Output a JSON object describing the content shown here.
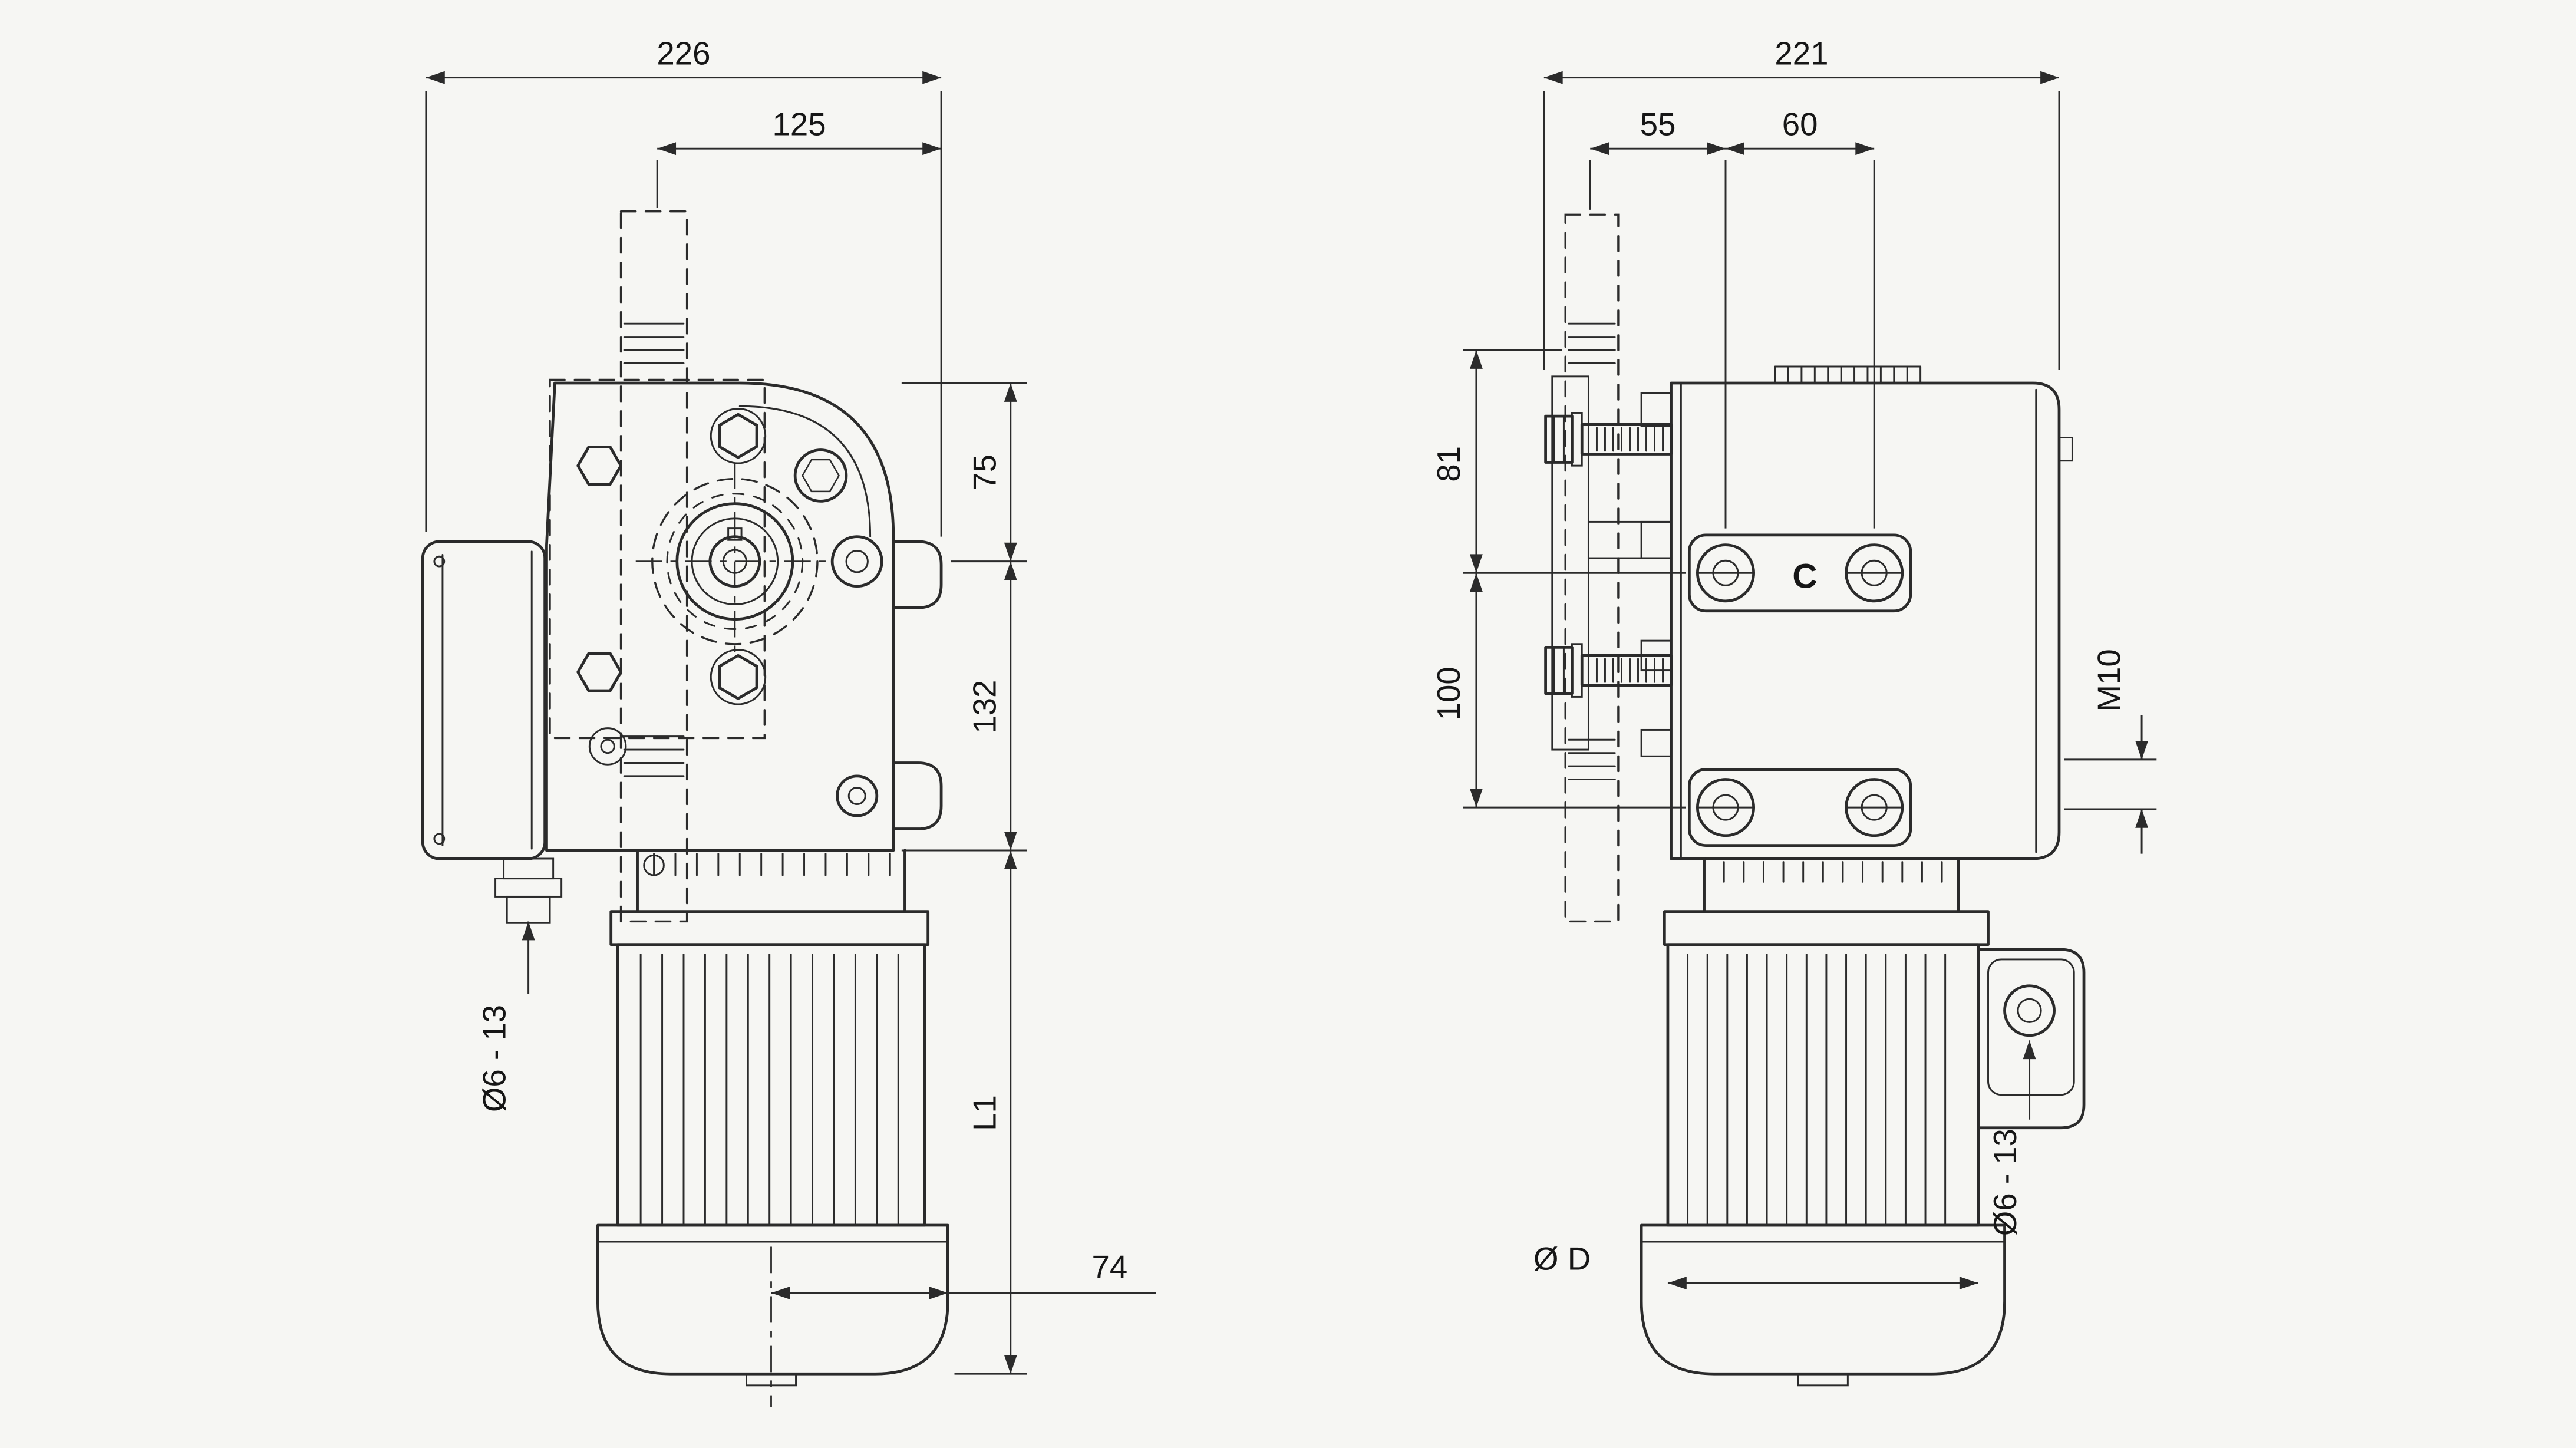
{
  "page": {
    "background": "#f6f6f3",
    "line_color": "#2b2b2b"
  },
  "views": {
    "front": {
      "dims": {
        "total_width": "226",
        "plate_width": "125",
        "top_height": "75",
        "mid_height": "132",
        "motor_height": "L1",
        "shaft_offset": "74",
        "slot_size": "Ø6 - 13"
      }
    },
    "side": {
      "dims": {
        "total_width": "221",
        "chain_offset": "55",
        "bolt_spacing": "60",
        "upper_height": "81",
        "lower_height": "100",
        "thread_size": "M10",
        "slot_size": "Ø6 - 13",
        "motor_diameter": "Ø D"
      },
      "labels": {
        "center_mark": "C"
      }
    }
  }
}
